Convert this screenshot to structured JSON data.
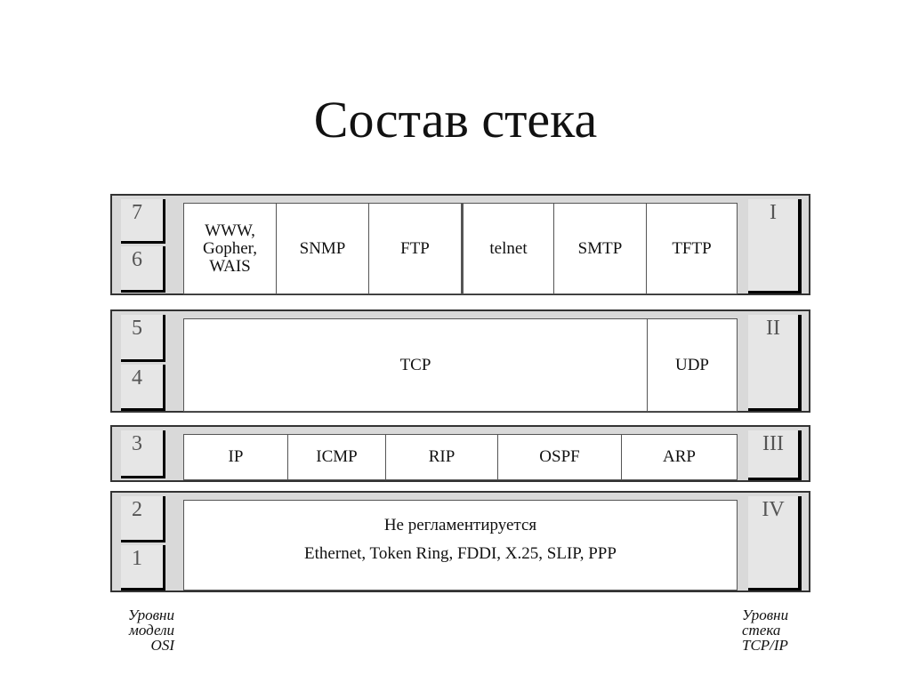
{
  "title": "Состав стека",
  "bands": [
    {
      "osi_levels": [
        "7",
        "6"
      ],
      "tcp_level": "I",
      "protocols": [
        "WWW,\nGopher,\nWAIS",
        "SNMP",
        "FTP",
        "telnet",
        "SMTP",
        "TFTP"
      ]
    },
    {
      "osi_levels": [
        "5",
        "4"
      ],
      "tcp_level": "II",
      "protocols": [
        "TCP",
        "UDP"
      ]
    },
    {
      "osi_levels": [
        "3"
      ],
      "tcp_level": "III",
      "protocols": [
        "IP",
        "ICMP",
        "RIP",
        "OSPF",
        "ARP"
      ]
    },
    {
      "osi_levels": [
        "2",
        "1"
      ],
      "tcp_level": "IV",
      "line1": "Не регламентируется",
      "line2": "Ethernet, Token Ring, FDDI, X.25, SLIP, PPP"
    }
  ],
  "captions": {
    "left": [
      "Уровни",
      "модели",
      "OSI"
    ],
    "right": [
      "Уровни",
      "стека",
      "TCP/IP"
    ]
  }
}
